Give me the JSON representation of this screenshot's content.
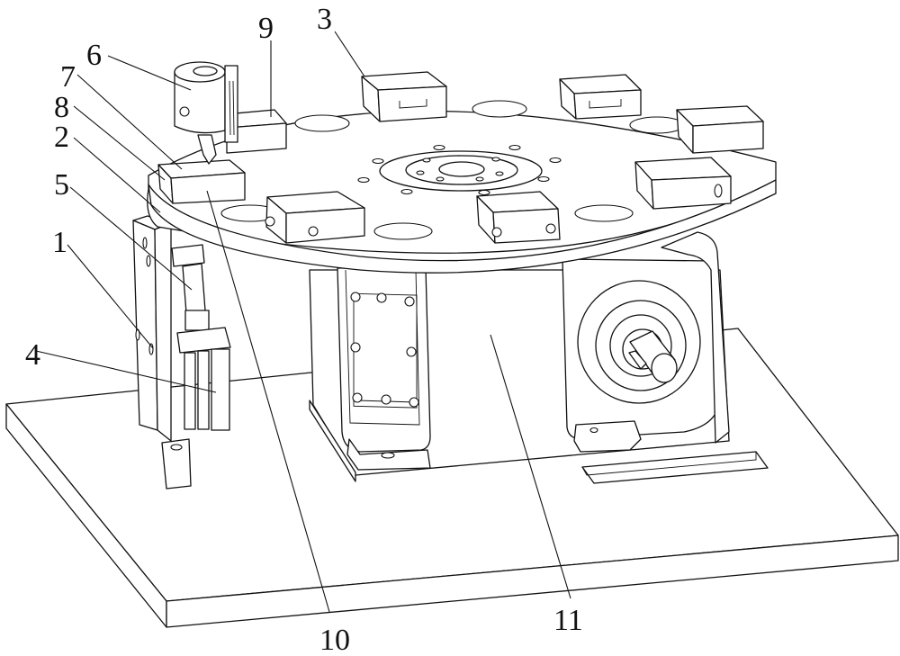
{
  "figure": {
    "title": "Rotary table assembly — perspective view",
    "line_color": "#111111",
    "background": "#ffffff",
    "callouts": [
      {
        "id": "1",
        "label": "1"
      },
      {
        "id": "2",
        "label": "2"
      },
      {
        "id": "3",
        "label": "3"
      },
      {
        "id": "4",
        "label": "4"
      },
      {
        "id": "5",
        "label": "5"
      },
      {
        "id": "6",
        "label": "6"
      },
      {
        "id": "7",
        "label": "7"
      },
      {
        "id": "8",
        "label": "8"
      },
      {
        "id": "9",
        "label": "9"
      },
      {
        "id": "10",
        "label": "10"
      },
      {
        "id": "11",
        "label": "11"
      }
    ],
    "parts": {
      "base_plate": "base-plate",
      "turntable": "rotary-turntable",
      "fixtures_count": 8,
      "housing": "indexer-housing",
      "motor_shaft": "drive-shaft",
      "side_column": "lift-column",
      "press_head": "press-head"
    }
  }
}
